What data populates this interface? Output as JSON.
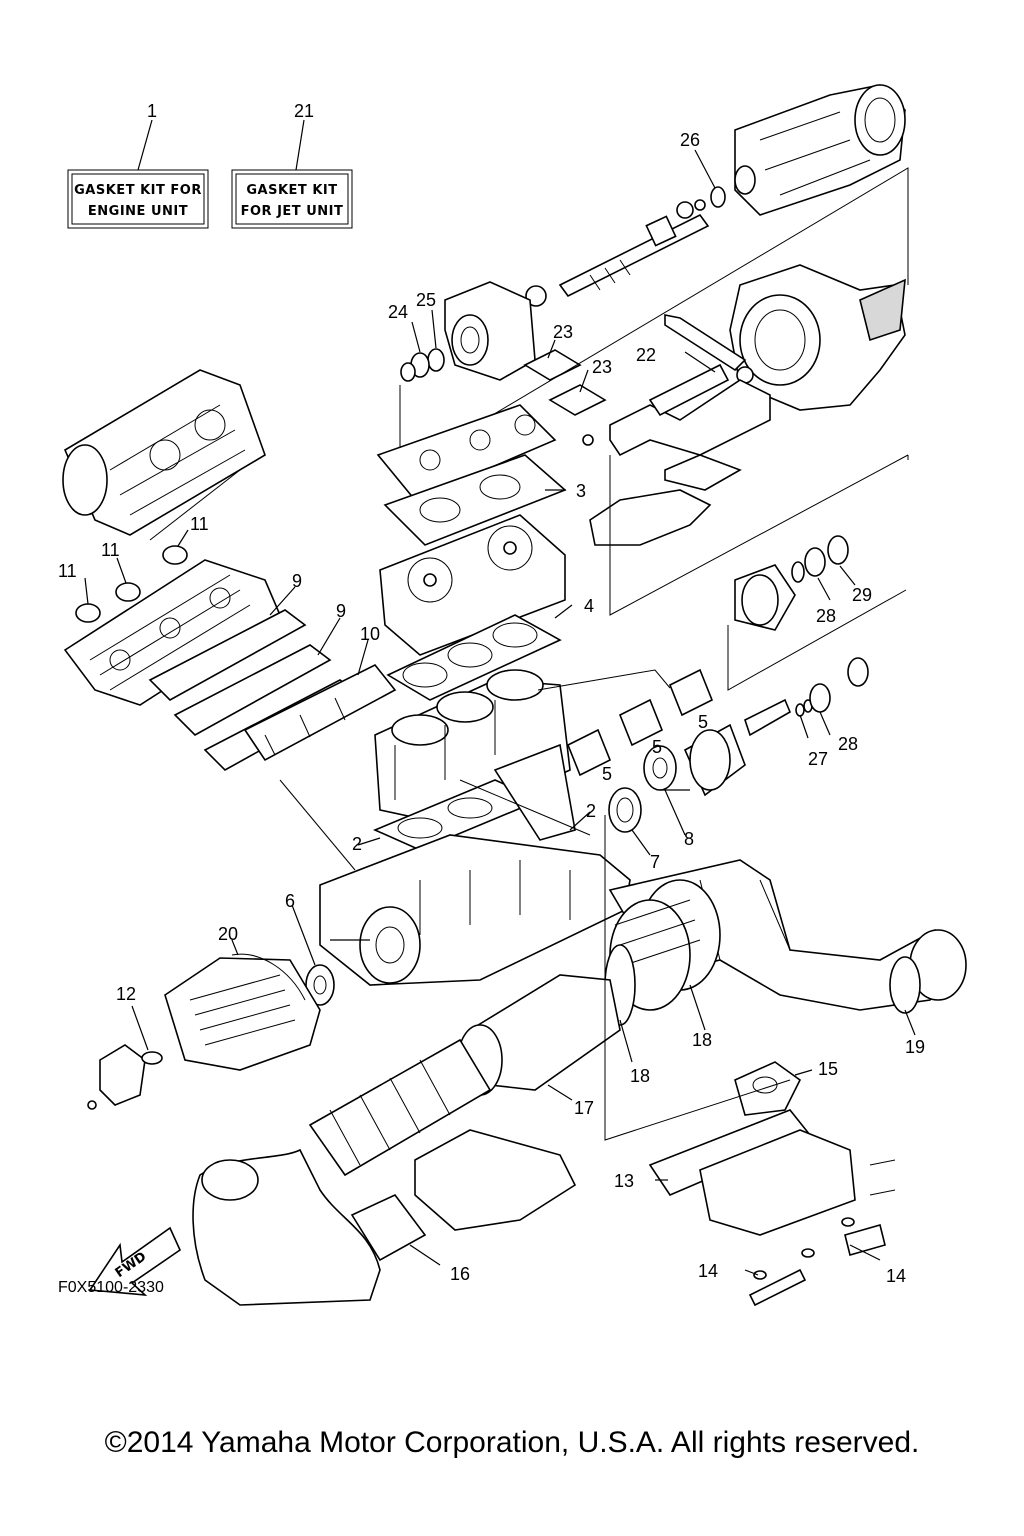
{
  "kits": [
    {
      "callout": "1",
      "line1": "GASKET KIT FOR",
      "line2": "ENGINE UNIT"
    },
    {
      "callout": "21",
      "line1": "GASKET KIT",
      "line2": "FOR JET UNIT"
    }
  ],
  "callouts": {
    "c2a": "2",
    "c2b": "2",
    "c3": "3",
    "c4": "4",
    "c5a": "5",
    "c5b": "5",
    "c5c": "5",
    "c6": "6",
    "c7": "7",
    "c8": "8",
    "c9a": "9",
    "c9b": "9",
    "c10": "10",
    "c11a": "11",
    "c11b": "11",
    "c11c": "11",
    "c12": "12",
    "c13": "13",
    "c14a": "14",
    "c14b": "14",
    "c15": "15",
    "c16": "16",
    "c17": "17",
    "c18a": "18",
    "c18b": "18",
    "c19": "19",
    "c20": "20",
    "c22": "22",
    "c23a": "23",
    "c23b": "23",
    "c24": "24",
    "c25": "25",
    "c26": "26",
    "c27": "27",
    "c28a": "28",
    "c28b": "28",
    "c29": "29"
  },
  "fwd_label": "FWD",
  "diagram_code": "F0X5100-2330",
  "copyright": "©2014 Yamaha Motor Corporation, U.S.A. All rights reserved."
}
